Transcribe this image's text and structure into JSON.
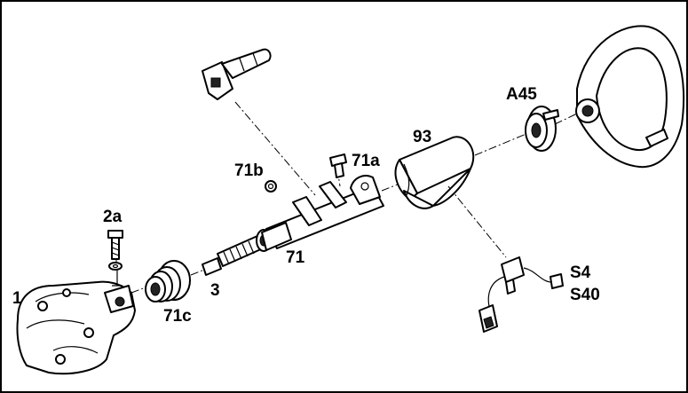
{
  "labels": {
    "l1": "1",
    "l2a": "2a",
    "l3": "3",
    "l71c": "71c",
    "l71": "71",
    "l71b": "71b",
    "l71a": "71a",
    "l93": "93",
    "lA45": "A45",
    "lS4": "S4",
    "lS40": "S40"
  }
}
